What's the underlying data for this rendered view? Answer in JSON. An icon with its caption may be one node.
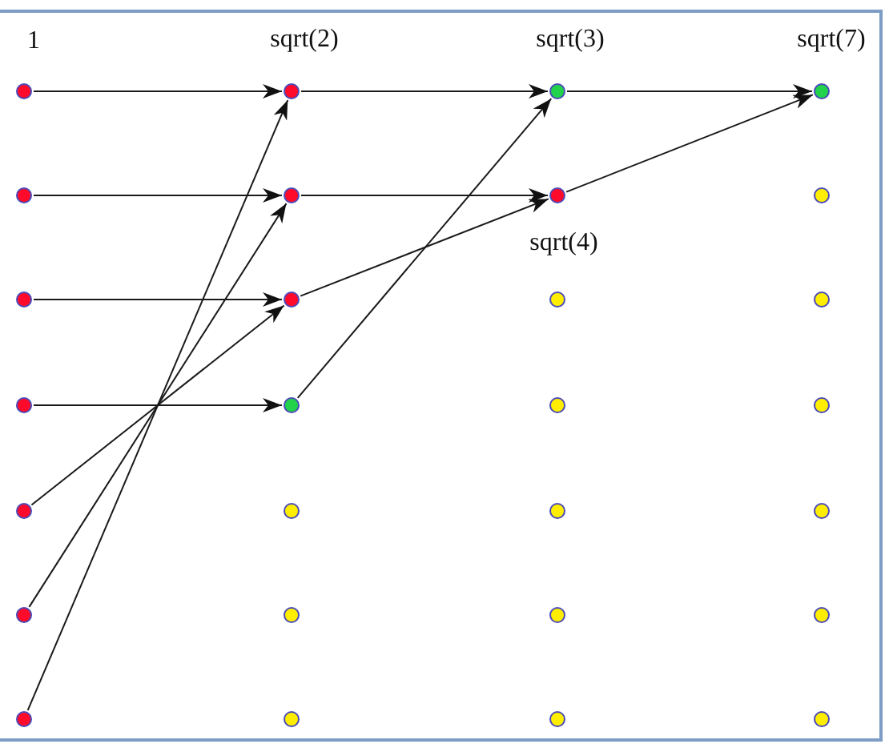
{
  "diagram": {
    "nodes": [
      {
        "text": [],
        "shape": "circle",
        "beside": [
          "1"
        ]
      },
      {
        "text": [],
        "shape": "circle",
        "beside": [
          "sqrt(2)"
        ]
      },
      {
        "text": [],
        "shape": "circle",
        "beside": [
          "sqrt(3)"
        ]
      },
      {
        "text": [],
        "shape": "circle",
        "beside": [
          "sqrt(7)"
        ]
      },
      {
        "text": [],
        "shape": "circle"
      },
      {
        "text": [],
        "shape": "circle"
      },
      {
        "text": [],
        "shape": "circle",
        "beside": [
          "sqrt(4)"
        ]
      },
      {
        "text": [],
        "shape": "circle"
      },
      {
        "text": [],
        "shape": "circle"
      },
      {
        "text": [],
        "shape": "circle"
      },
      {
        "text": [],
        "shape": "circle"
      },
      {
        "text": [],
        "shape": "circle"
      },
      {
        "text": [],
        "shape": "circle"
      },
      {
        "text": [],
        "shape": "circle"
      },
      {
        "text": [],
        "shape": "circle"
      },
      {
        "text": [],
        "shape": "circle"
      },
      {
        "text": [],
        "shape": "circle"
      },
      {
        "text": [],
        "shape": "circle"
      },
      {
        "text": [],
        "shape": "circle"
      },
      {
        "text": [],
        "shape": "circle"
      },
      {
        "text": [],
        "shape": "circle"
      },
      {
        "text": [],
        "shape": "circle"
      },
      {
        "text": [],
        "shape": "circle"
      },
      {
        "text": [],
        "shape": "circle"
      },
      {
        "text": [],
        "shape": "circle"
      },
      {
        "text": [],
        "shape": "circle"
      },
      {
        "text": [],
        "shape": "circle"
      },
      {
        "text": [],
        "shape": "circle"
      }
    ],
    "edges": [
      {
        "from": 0,
        "to": 1,
        "arrow": "to"
      },
      {
        "from": 4,
        "to": 5,
        "arrow": "to"
      },
      {
        "from": 8,
        "to": 9,
        "arrow": "to"
      },
      {
        "from": 12,
        "to": 13,
        "arrow": "to"
      },
      {
        "from": 16,
        "to": 9,
        "arrow": "to"
      },
      {
        "from": 20,
        "to": 5,
        "arrow": "to"
      },
      {
        "from": 24,
        "to": 1,
        "arrow": "to"
      },
      {
        "from": 1,
        "to": 2,
        "arrow": "to"
      },
      {
        "from": 5,
        "to": 6,
        "arrow": "to"
      },
      {
        "from": 9,
        "to": 6,
        "arrow": "to"
      },
      {
        "from": 13,
        "to": 2,
        "arrow": "to"
      },
      {
        "from": 2,
        "to": 3,
        "arrow": "to"
      },
      {
        "from": 6,
        "to": 3,
        "arrow": "to"
      }
    ]
  }
}
